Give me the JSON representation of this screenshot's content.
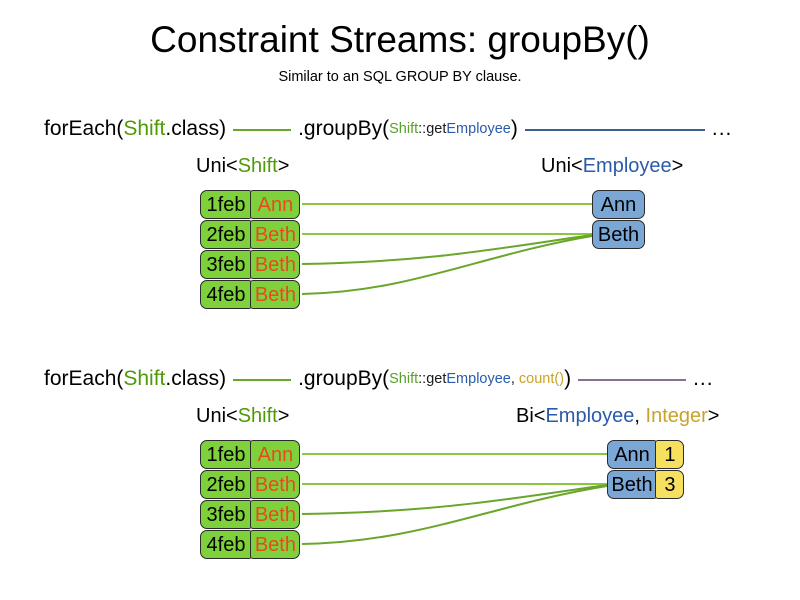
{
  "page": {
    "title": "Constraint Streams: groupBy()",
    "subtitle": "Similar to an SQL GROUP BY clause."
  },
  "colors": {
    "shift_green": "#7fd13b",
    "employee_blue": "#7ba7d7",
    "count_yellow": "#f7e05f",
    "name_orange": "#e8491e",
    "link_green": "#6aa62c",
    "link_blue": "#3a5f92",
    "link_purple": "#8b6e96",
    "token_green": "#4e9a06",
    "token_blue": "#2a5bab",
    "token_gold": "#c9a227"
  },
  "sections": [
    {
      "id": "groupby-single",
      "pipeline": {
        "foreach_open": "forEach(",
        "foreach_type": "Shift",
        "foreach_close": ".class)",
        "connector1_color": "link_green",
        "groupby_open": ".groupBy(",
        "arg1_type": "Shift",
        "arg1_sep": "::get",
        "arg1_prop": "Employee",
        "groupby_close": ")",
        "connector2_color": "link_blue",
        "ellipsis": "..."
      },
      "left_label": {
        "prefix": "Uni<",
        "type": "Shift",
        "suffix": ">"
      },
      "right_label": {
        "prefix": "Uni<",
        "type": "Employee",
        "suffix": ">"
      },
      "left_rows": [
        {
          "date": "1feb",
          "name": "Ann"
        },
        {
          "date": "2feb",
          "name": "Beth"
        },
        {
          "date": "3feb",
          "name": "Beth"
        },
        {
          "date": "4feb",
          "name": "Beth"
        }
      ],
      "right_rows": [
        {
          "name": "Ann"
        },
        {
          "name": "Beth"
        }
      ]
    },
    {
      "id": "groupby-count",
      "pipeline": {
        "foreach_open": "forEach(",
        "foreach_type": "Shift",
        "foreach_close": ".class)",
        "connector1_color": "link_green",
        "groupby_open": ".groupBy(",
        "arg1_type": "Shift",
        "arg1_sep": "::get",
        "arg1_prop": "Employee",
        "arg_comma": ", ",
        "arg2": "count()",
        "groupby_close": ")",
        "connector2_color": "link_purple",
        "ellipsis": "..."
      },
      "left_label": {
        "prefix": "Uni<",
        "type": "Shift",
        "suffix": ">"
      },
      "right_label": {
        "prefix": "Bi<",
        "type": "Employee",
        "comma": ", ",
        "type2": "Integer",
        "suffix": ">"
      },
      "left_rows": [
        {
          "date": "1feb",
          "name": "Ann"
        },
        {
          "date": "2feb",
          "name": "Beth"
        },
        {
          "date": "3feb",
          "name": "Beth"
        },
        {
          "date": "4feb",
          "name": "Beth"
        }
      ],
      "right_rows": [
        {
          "name": "Ann",
          "count": "1"
        },
        {
          "name": "Beth",
          "count": "3"
        }
      ]
    }
  ]
}
